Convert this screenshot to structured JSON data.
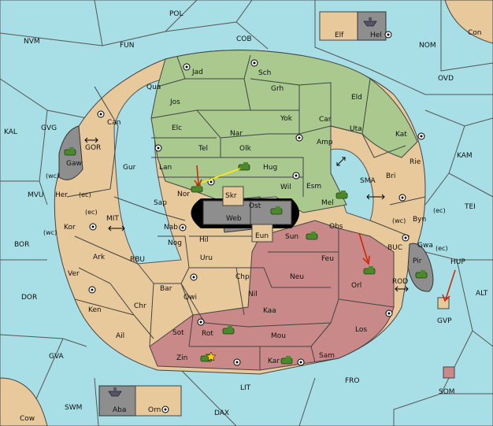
{
  "board": {
    "colors": {
      "sea": "#a8dfe6",
      "neutral": "#e8c99b",
      "green_power": "#a9c98f",
      "red_power": "#c98989",
      "impassable": "#8e8e8e",
      "arrow": "#cc2200",
      "order_line": "#ffee00"
    },
    "sea_labels": {
      "POL": "POL",
      "NVM": "NVM",
      "FUN": "FUN",
      "COB": "COB",
      "NOM": "NOM",
      "Con": "Con",
      "OVD": "OVD",
      "KAL": "KAL",
      "GVG": "GVG",
      "GOR": "GOR",
      "KAM": "KAM",
      "SMA": "SMA",
      "TEI": "TEI",
      "MVU": "MVU",
      "MIT": "MIT",
      "BOR": "BOR",
      "RBU": "RBU",
      "BUC": "BUC",
      "HUP": "HUP",
      "DOR": "DOR",
      "ROD": "ROD",
      "ALT": "ALT",
      "GVP": "GVP",
      "GVA": "GVA",
      "FRO": "FRO",
      "SOM": "SOM",
      "LIT": "LIT",
      "SWM": "SWM",
      "DAX": "DAX",
      "Cow": "Cow"
    },
    "land_labels": {
      "Elf": "Elf",
      "Hel": "Hel",
      "Jad": "Jad",
      "Sch": "Sch",
      "Qua": "Qua",
      "Jos": "Jos",
      "Grh": "Grh",
      "Eld": "Eld",
      "Can": "Can",
      "Elc": "Elc",
      "Nar": "Nar",
      "Yok": "Yok",
      "Car": "Car",
      "Uta": "Uta",
      "Kat": "Kat",
      "Gaw": "Gaw",
      "Tel": "Tel",
      "Olk": "Olk",
      "Amp": "Amp",
      "Gur": "Gur",
      "Lan": "Lan",
      "Hug": "Hug",
      "Bri": "Bri",
      "Rie": "Rie",
      "Nor": "Nor",
      "Wil": "Wil",
      "Esm": "Esm",
      "Her": "Her",
      "Sap": "Sap",
      "Skr": "Skr",
      "Ost": "Ost",
      "Mel": "Mel",
      "Web": "Web",
      "Byn": "Byn",
      "Kor": "Kor",
      "Nab": "Nab",
      "Obs": "Obs",
      "Gwa": "Gwa",
      "Hil": "Hil",
      "Eun": "Eun",
      "Sun": "Sun",
      "Nog": "Nog",
      "Ark": "Ark",
      "Uru": "Uru",
      "Feu": "Feu",
      "Pir": "Pir",
      "Chp": "Chp",
      "Neu": "Neu",
      "Orl": "Orl",
      "Ver": "Ver",
      "Bar": "Bar",
      "Qwi": "Qwi",
      "Nil": "Nil",
      "Ken": "Ken",
      "Chr": "Chr",
      "Kaa": "Kaa",
      "Rot": "Rot",
      "Sot": "Sot",
      "Los": "Los",
      "Ail": "Ail",
      "Mou": "Mou",
      "Zin": "Zin",
      "Kar": "Kar",
      "Sam": "Sam",
      "Aba": "Aba",
      "Orn": "Orn"
    },
    "coast_labels": {
      "wc_gvg": "(wc)",
      "ec_gvg": "(ec)",
      "ec_kor": "(ec)",
      "wc_kor": "(wc)",
      "wc_byn": "(wc)",
      "ec_byn": "(ec)",
      "ec_gwa": "(ec)"
    }
  }
}
